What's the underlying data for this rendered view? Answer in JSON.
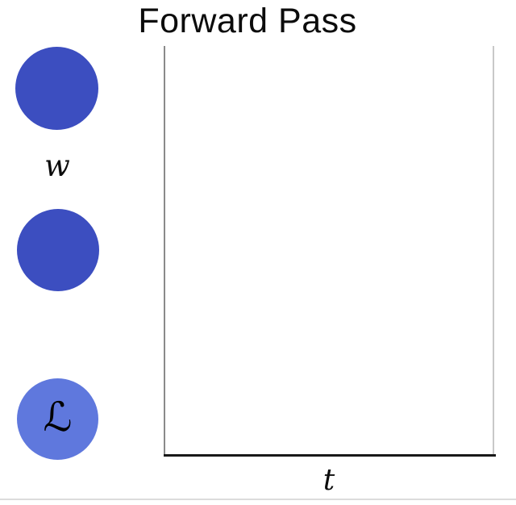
{
  "figure": {
    "title": "Forward Pass",
    "background_color": "#ffffff"
  },
  "graph": {
    "weight_label": "w",
    "loss_label": "ℒ",
    "nodes": [
      {
        "name": "weight-node",
        "label": "",
        "color": "#3c4ec0"
      },
      {
        "name": "hidden-node",
        "label": "",
        "color": "#3c4ec0"
      },
      {
        "name": "loss-node",
        "label": "ℒ",
        "color": "#5f78dd"
      }
    ]
  },
  "plot": {
    "xlabel": "t",
    "series": [],
    "axis_colors": {
      "left": "#8a8a8a",
      "bottom": "#191919",
      "right": "#c8c8c8"
    }
  },
  "colors": {
    "node_blue": "#3c4ec0",
    "loss_blue": "#5f78dd",
    "text": "#0c0c0c",
    "bottom_rule": "#dcdcdc"
  }
}
